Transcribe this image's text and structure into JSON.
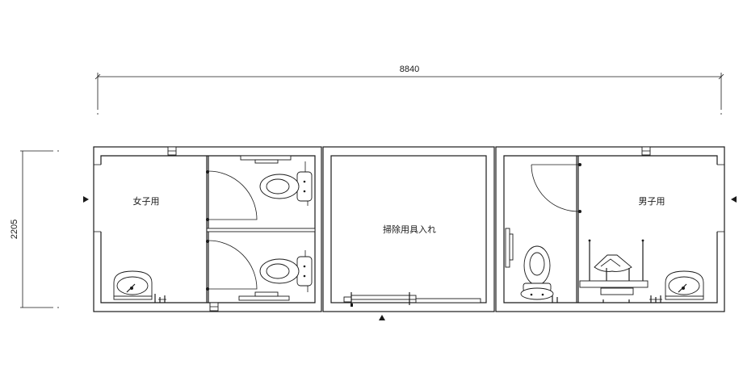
{
  "dimensions": {
    "width": "8840",
    "height": "2205"
  },
  "rooms": {
    "womens": "女子用",
    "storage": "掃除用具入れ",
    "mens": "男子用"
  }
}
